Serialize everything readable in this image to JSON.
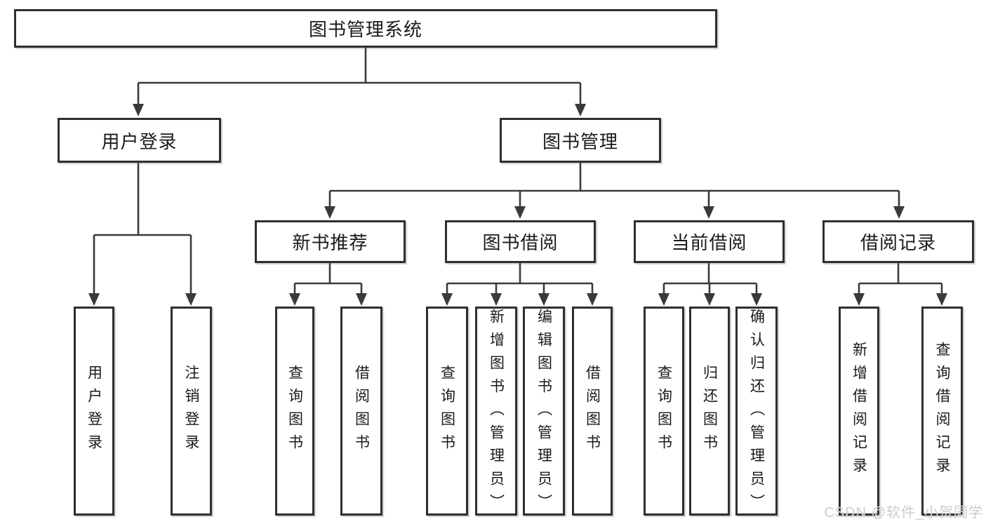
{
  "colors": {
    "line": "#3a3a3a",
    "box_border": "#2f2f2f",
    "text": "#1a1a1a",
    "background": "#ffffff",
    "watermark": "#cccccc"
  },
  "watermark": "CSDN @软件_小贺同学",
  "diagram": {
    "title": "图书管理系统",
    "level2": {
      "user_login": "用户登录",
      "book_management": "图书管理"
    },
    "level3": {
      "new_book_recommend": "新书推荐",
      "book_borrow": "图书借阅",
      "current_borrow": "当前借阅",
      "borrow_records": "借阅记录"
    },
    "leaves": {
      "user_login": [
        "用户登录",
        "注销登录"
      ],
      "new_book_recommend": [
        "查询图书",
        "借阅图书"
      ],
      "book_borrow": [
        "查询图书",
        "新增图书（管理员）",
        "编辑图书（管理员）",
        "借阅图书"
      ],
      "current_borrow": [
        "查询图书",
        "归还图书",
        "确认归还（管理员）"
      ],
      "borrow_records": [
        "新增借阅记录",
        "查询借阅记录"
      ]
    }
  }
}
